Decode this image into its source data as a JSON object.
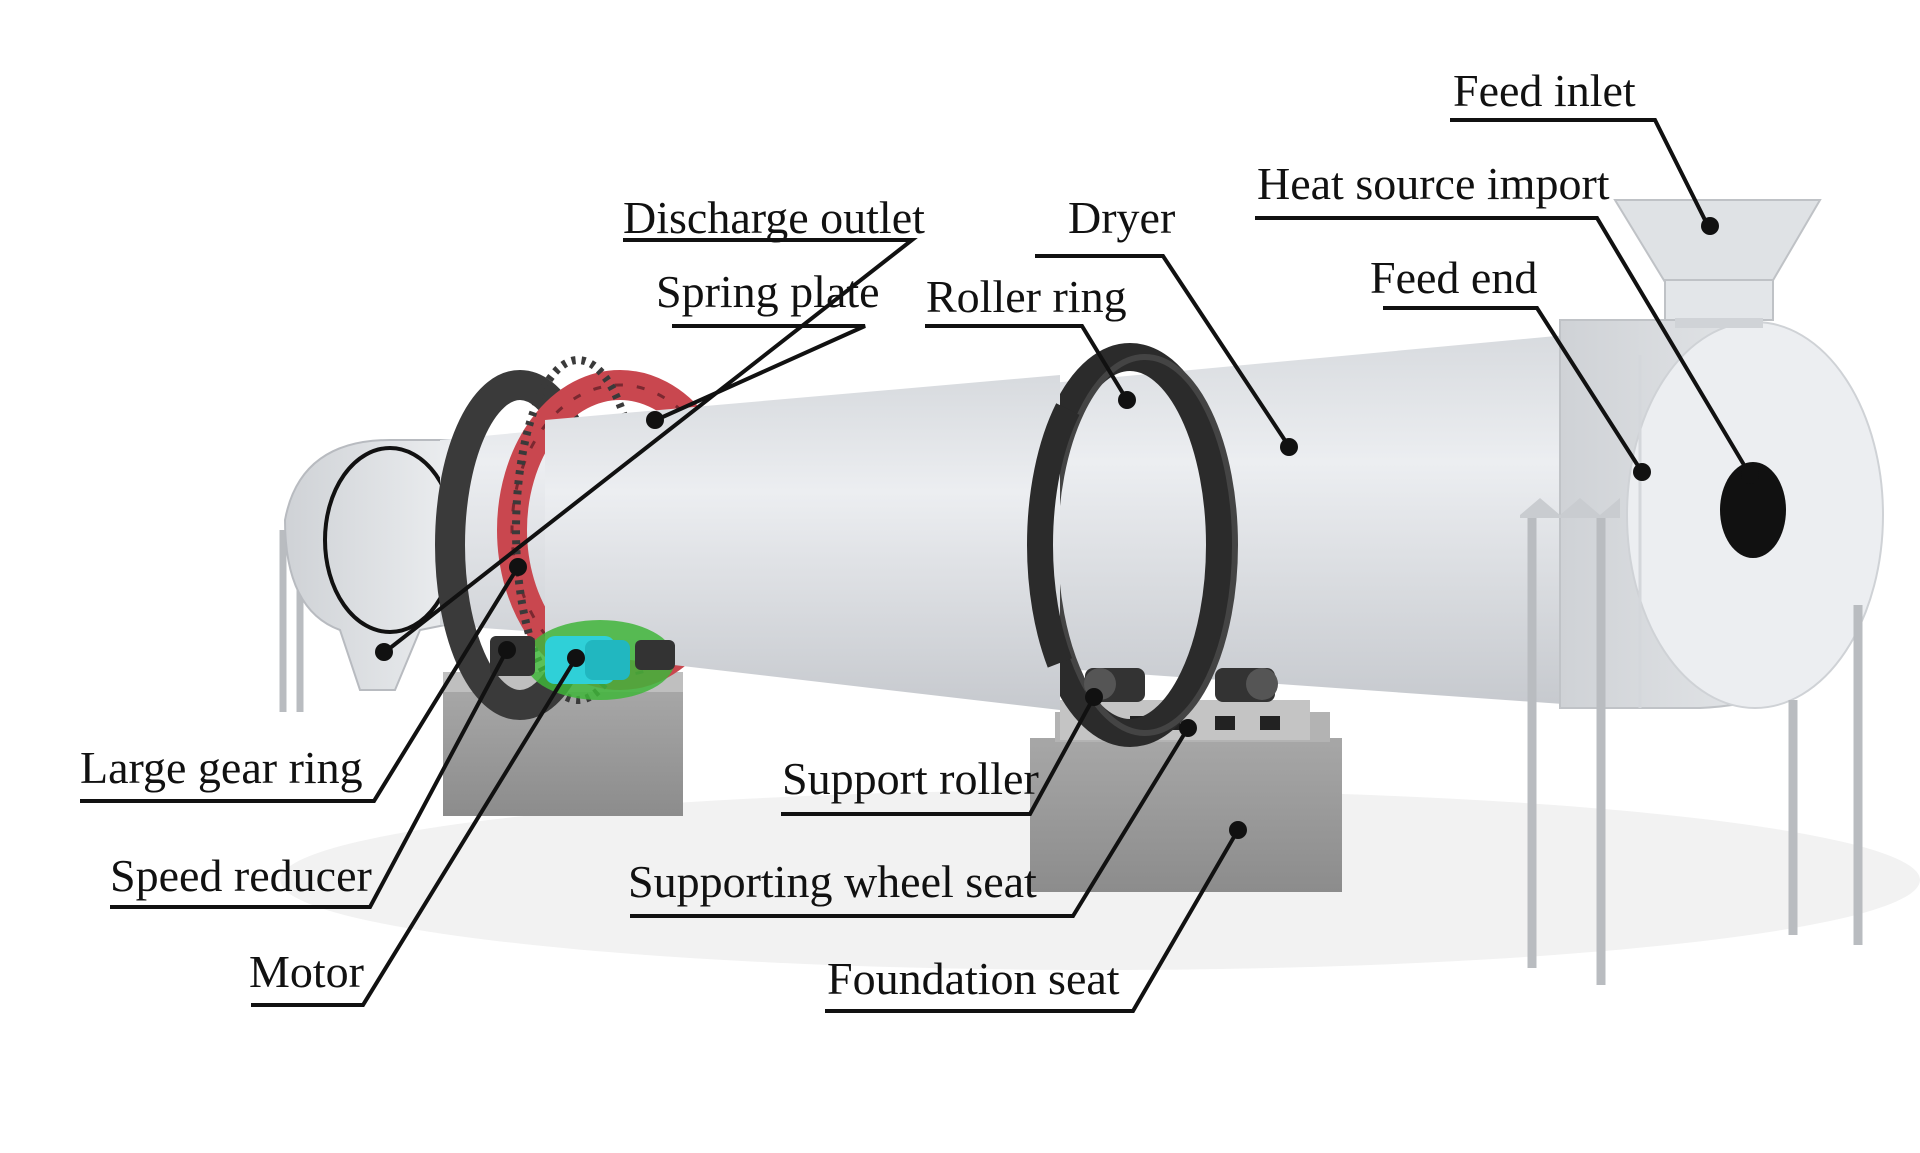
{
  "diagram": {
    "labels": {
      "feed_inlet": "Feed inlet",
      "heat_source_import": "Heat source import",
      "discharge_outlet": "Discharge outlet",
      "dryer": "Dryer",
      "spring_plate": "Spring plate",
      "roller_ring": "Roller ring",
      "feed_end": "Feed end",
      "large_gear_ring": "Large gear ring",
      "support_roller": "Support roller",
      "speed_reducer": "Speed reducer",
      "supporting_wheel_seat": "Supporting wheel seat",
      "motor": "Motor",
      "foundation_seat": "Foundation seat"
    },
    "colors": {
      "drum": "#e6e8eb",
      "drum_shadow": "#c9ccd1",
      "gear_ring": "#c9474f",
      "gear_teeth": "#3a3a3a",
      "roller_ring": "#2b2b2b",
      "concrete": "#9a9a9a",
      "motor": "#2fd0d8",
      "reducer": "#3fb53a",
      "leader": "#111111"
    }
  }
}
